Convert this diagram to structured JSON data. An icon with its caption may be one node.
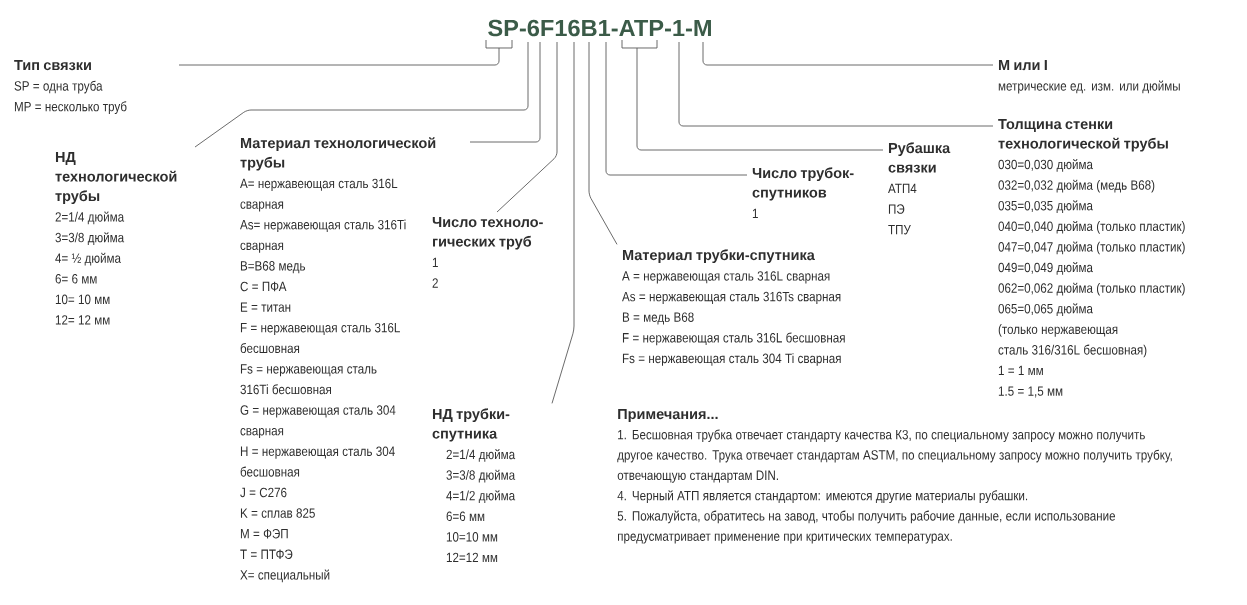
{
  "diagram": {
    "title": "SP-6F16B1-ATP-1-M",
    "nodes": [
      {
        "text": [
          "Тип связки",
          "SP = одна труба",
          "MP = несколько труб"
        ]
      },
      {
        "text": [
          "НД технологической трубы",
          "2=1/4 дюйма",
          "3=3/8 дюйма",
          "4= ½ дюйма",
          "6= 6 мм",
          "10= 10 мм",
          "12= 12 мм"
        ]
      },
      {
        "text": [
          "Материал технологической трубы",
          "A= нержавеющая сталь 316L сварная",
          "As= нержавеющая сталь 316Ti сварная",
          "B=B68 медь",
          "C = ПФА",
          "E = титан",
          "F = нержавеющая сталь 316L бесшовная",
          "Fs = нержавеющая сталь 316Ti бесшовная",
          "G = нержавеющая сталь 304 сварная",
          "H = нержавеющая сталь 304 бесшовная",
          "J = C276",
          "K = сплав 825",
          "M = ФЭП",
          "T = ПТФЭ",
          "X= специальный"
        ]
      },
      {
        "text": [
          "Число техноло-гических труб",
          "1",
          "2"
        ]
      },
      {
        "text": [
          "НД трубки-спутника",
          "2=1/4 дюйма",
          "3=3/8 дюйма",
          "4=1/2 дюйма",
          "6=6 мм",
          "10=10 мм",
          "12=12 мм"
        ]
      },
      {
        "text": [
          "Материал трубки-спутника",
          "A = нержавеющая сталь 316L сварная",
          "As = нержавеющая сталь 316Ts сварная",
          "B = медь B68",
          "F = нержавеющая сталь 316L бесшовная",
          "Fs = нержавеющая сталь 304 Ti сварная"
        ]
      },
      {
        "text": [
          "Число трубок-спутников",
          "1"
        ]
      },
      {
        "text": [
          "Рубашка связки",
          "АТП4",
          "ПЭ",
          "ТПУ"
        ]
      },
      {
        "text": [
          "Толщина стенки технологической трубы",
          "030=0,030 дюйма",
          "032=0,032 дюйма (медь B68)",
          "035=0,035 дюйма",
          "040=0,040 дюйма (только пластик)",
          "047=0,047 дюйма (только пластик)",
          "049=0,049 дюйма",
          "062=0,062 дюйма (только пластик)",
          "065=0,065 дюйма",
          "(только нержавеющая сталь 316/316L бесшовная)",
          "1 = 1 мм",
          "1.5 = 1,5 мм"
        ]
      },
      {
        "text": [
          "M или I",
          "метрические ед. изм. или дюймы"
        ]
      }
    ],
    "edges": [
      {
        "from": 0,
        "to": null,
        "arrow": "none"
      },
      {
        "from": 1,
        "to": null,
        "arrow": "none"
      },
      {
        "from": 2,
        "to": null,
        "arrow": "none"
      },
      {
        "from": 3,
        "to": null,
        "arrow": "none"
      },
      {
        "from": 4,
        "to": null,
        "arrow": "none"
      },
      {
        "from": 5,
        "to": null,
        "arrow": "none"
      },
      {
        "from": 6,
        "to": null,
        "arrow": "none"
      },
      {
        "from": 7,
        "to": null,
        "arrow": "none"
      },
      {
        "from": 8,
        "to": null,
        "arrow": "none"
      },
      {
        "from": 9,
        "to": null,
        "arrow": "none"
      }
    ],
    "labels": [
      "Примечания...",
      "1. Бесшовная трубка отвечает стандарту качества К3, по специальному запросу можно получить другое качество. Трука отвечает стандартам ASTM, по специальному запросу можно получить трубку, отвечающую стандартам DIN.",
      "4. Черный АТП является стандартом: имеются другие материалы рубашки.",
      "5. Пожалуйста, обратитесь на завод, чтобы получить рабочие данные, если использование предусматривает применение при критических температурах."
    ]
  }
}
